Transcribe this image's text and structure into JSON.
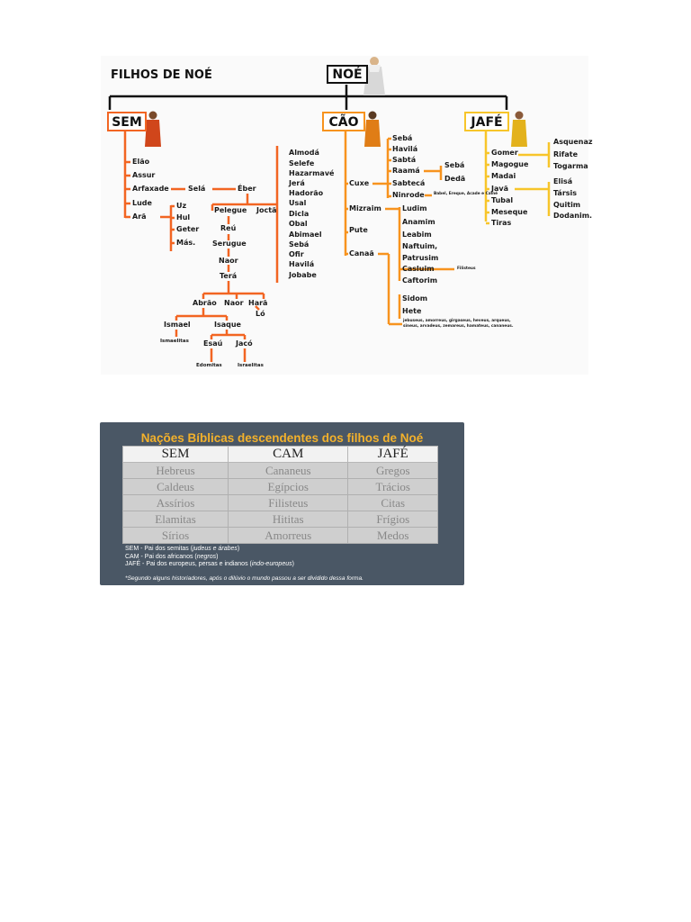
{
  "tree": {
    "title": "FILHOS DE NOÉ",
    "root": "NOÉ",
    "sons": [
      {
        "name": "SEM",
        "color": "#f26522",
        "children": [
          "Elão",
          "Assur",
          "Arfaxade",
          "Lude",
          "Arã"
        ],
        "ara_children": [
          "Uz",
          "Hul",
          "Geter",
          "Más."
        ],
        "line": [
          "Selá",
          "Éber",
          "Pelegue",
          "Joctã",
          "Reú",
          "Serugue",
          "Naor",
          "Terá",
          "Abrão",
          "Naor",
          "Harã",
          "Ló",
          "Ismael",
          "Isaque",
          "Esaú",
          "Jacó"
        ],
        "people": [
          "Ismaelitas",
          "Edomitas",
          "Israelitas"
        ],
        "jocta_children": [
          "Almodá",
          "Selefe",
          "Hazarmavé",
          "Jerá",
          "Hadorão",
          "Usal",
          "Dicla",
          "Obal",
          "Abimael",
          "Sebá",
          "Ofir",
          "Havilá",
          "Jobabe"
        ]
      },
      {
        "name": "CÃO",
        "color": "#f7931e",
        "children": [
          "Cuxe",
          "Mizraim",
          "Pute",
          "Canaã"
        ],
        "cuxe_children": [
          "Sebá",
          "Havilá",
          "Sabtá",
          "Raamá",
          "Sabtecá",
          "Ninrode"
        ],
        "raama_children": [
          "Sebá",
          "Dedã"
        ],
        "ninrode_note": "Babel, Ereque, Acade e Calné",
        "mizraim_children": [
          "Ludim",
          "Anamim",
          "Leabim",
          "Naftuim,",
          "Patrusim",
          "Casluim",
          "Caftorim"
        ],
        "casluim_note": "Filisteus",
        "canaa_children": [
          "Sidom",
          "Hete"
        ],
        "canaa_note": "jebuseus, amorreus, girgaseus, heveus, arqueus, sineus, arvadeus, zemareus, hamateus, cananeus."
      },
      {
        "name": "JAFÉ",
        "color": "#f7c52a",
        "children": [
          "Gomer",
          "Magogue",
          "Madai",
          "Javã",
          "Tubal",
          "Meseque",
          "Tiras"
        ],
        "gomer_children": [
          "Asquenaz",
          "Rifate",
          "Togarma"
        ],
        "java_children": [
          "Elisá",
          "Társis",
          "Quitim",
          "Dodanim."
        ]
      }
    ]
  },
  "table": {
    "title": "Nações Bíblicas descendentes dos filhos de Noé",
    "headers": [
      "SEM",
      "CAM",
      "JAFÉ"
    ],
    "rows": [
      [
        "Hebreus",
        "Cananeus",
        "Gregos"
      ],
      [
        "Caldeus",
        "Egípcios",
        "Trácios"
      ],
      [
        "Assírios",
        "Filisteus",
        "Citas"
      ],
      [
        "Elamitas",
        "Hititas",
        "Frígios"
      ],
      [
        "Sírios",
        "Amorreus",
        "Medos"
      ]
    ],
    "notes": [
      {
        "text": "SEM - Pai dos semitas (",
        "em": "judeus e árabes",
        "end": ")"
      },
      {
        "text": "CAM - Pai dos africanos (",
        "em": "negros",
        "end": ")"
      },
      {
        "text": "JAFÉ - Pai dos europeus, persas e indianos (",
        "em": "indo-europeus",
        "end": ")"
      }
    ],
    "footnote": "*Segundo alguns historiadores, após o dilúvio o mundo passou a ser dividido dessa forma.",
    "accent_color": "#f3b12b",
    "panel_color": "#4a5765"
  }
}
